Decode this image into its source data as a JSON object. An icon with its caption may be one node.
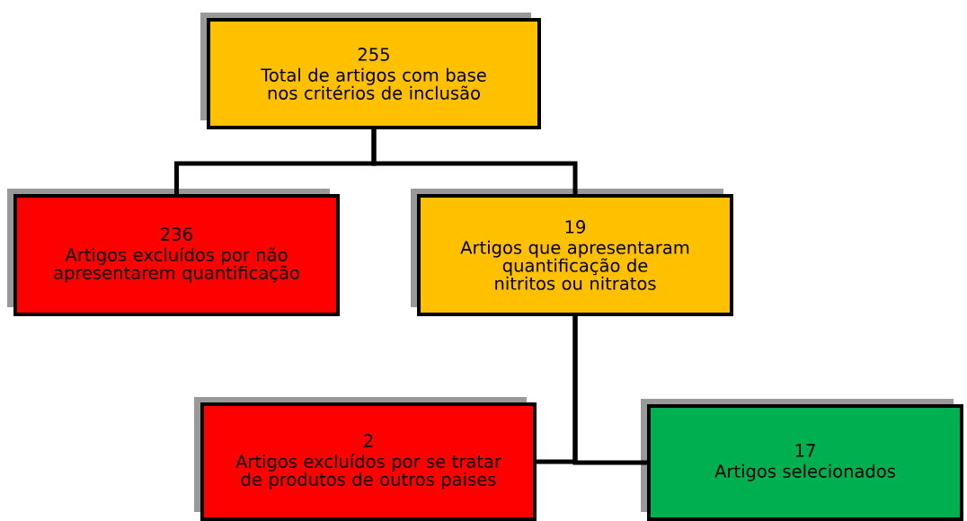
{
  "diagram": {
    "nodes": [
      {
        "text": [
          "255",
          "Total de artigos com base nos critérios de inclusão"
        ]
      },
      {
        "text": [
          "236",
          "Artigos excluídos por não apresentarem quantificação"
        ]
      },
      {
        "text": [
          "19",
          "Artigos que apresentaram quantificação de nitritos ou nitratos"
        ]
      },
      {
        "text": [
          "2",
          "Artigos excluídos por se tratar de produtos de outros paises"
        ]
      },
      {
        "text": [
          "17",
          "Artigos selecionados"
        ]
      }
    ],
    "edges": [
      {
        "from": 0,
        "to": 1,
        "arrow": "none"
      },
      {
        "from": 0,
        "to": 2,
        "arrow": "none"
      },
      {
        "from": 2,
        "to": 3,
        "arrow": "none"
      },
      {
        "from": 2,
        "to": 4,
        "arrow": "none"
      }
    ]
  }
}
